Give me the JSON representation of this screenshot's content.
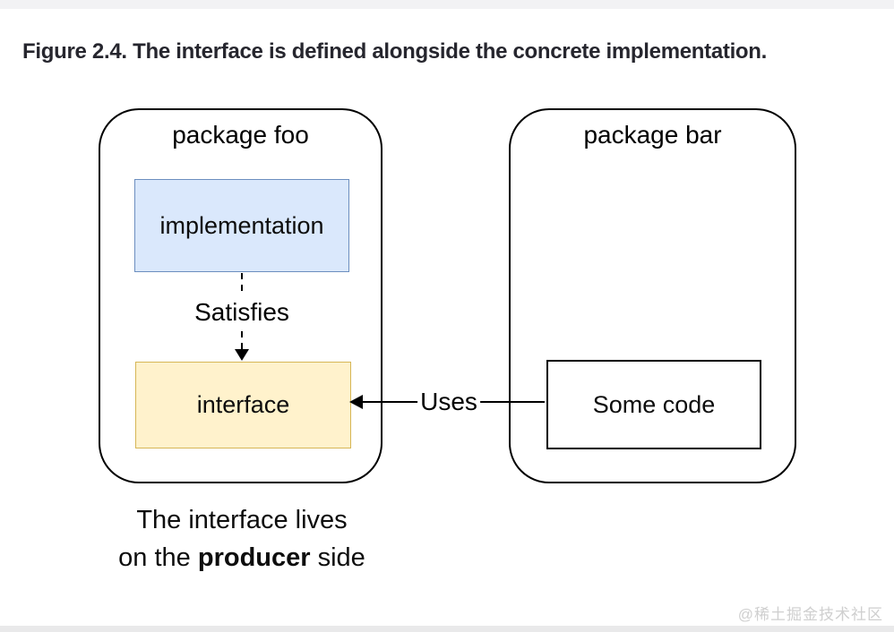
{
  "figure": {
    "title": "Figure 2.4. The interface is defined alongside the concrete implementation."
  },
  "diagram": {
    "package_foo": {
      "label": "package foo",
      "implementation_label": "implementation",
      "satisfies_label": "Satisfies",
      "interface_label": "interface"
    },
    "package_bar": {
      "label": "package bar",
      "some_code_label": "Some code"
    },
    "uses_label": "Uses",
    "caption": {
      "line1": "The interface lives",
      "line2_prefix": "on the ",
      "line2_bold": "producer",
      "line2_suffix": " side"
    },
    "colors": {
      "implementation_fill": "#dae8fc",
      "implementation_border": "#6c8ebf",
      "interface_fill": "#fff2cc",
      "interface_border": "#d6b656",
      "outline": "#000000"
    }
  },
  "watermark": "@稀土掘金技术社区"
}
